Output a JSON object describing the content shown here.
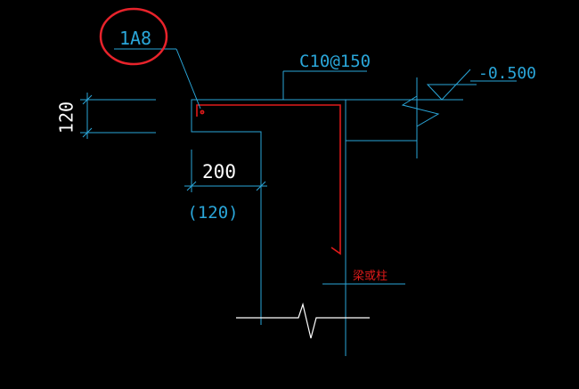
{
  "drawing": {
    "rebar_callout": "1A8",
    "stirrup_label": "C10@150",
    "elevation_label": "-0.500",
    "thickness_label": "120",
    "width_label": "200",
    "width_alt_label": "(120)",
    "beam_column_label": "梁或柱"
  },
  "colors": {
    "background": "#000000",
    "dimension": "#2aa6d9",
    "rebar": "#e01a1a",
    "highlight_circle": "#e8232b",
    "text_white": "#ffffff",
    "break_line": "#ffffff"
  }
}
